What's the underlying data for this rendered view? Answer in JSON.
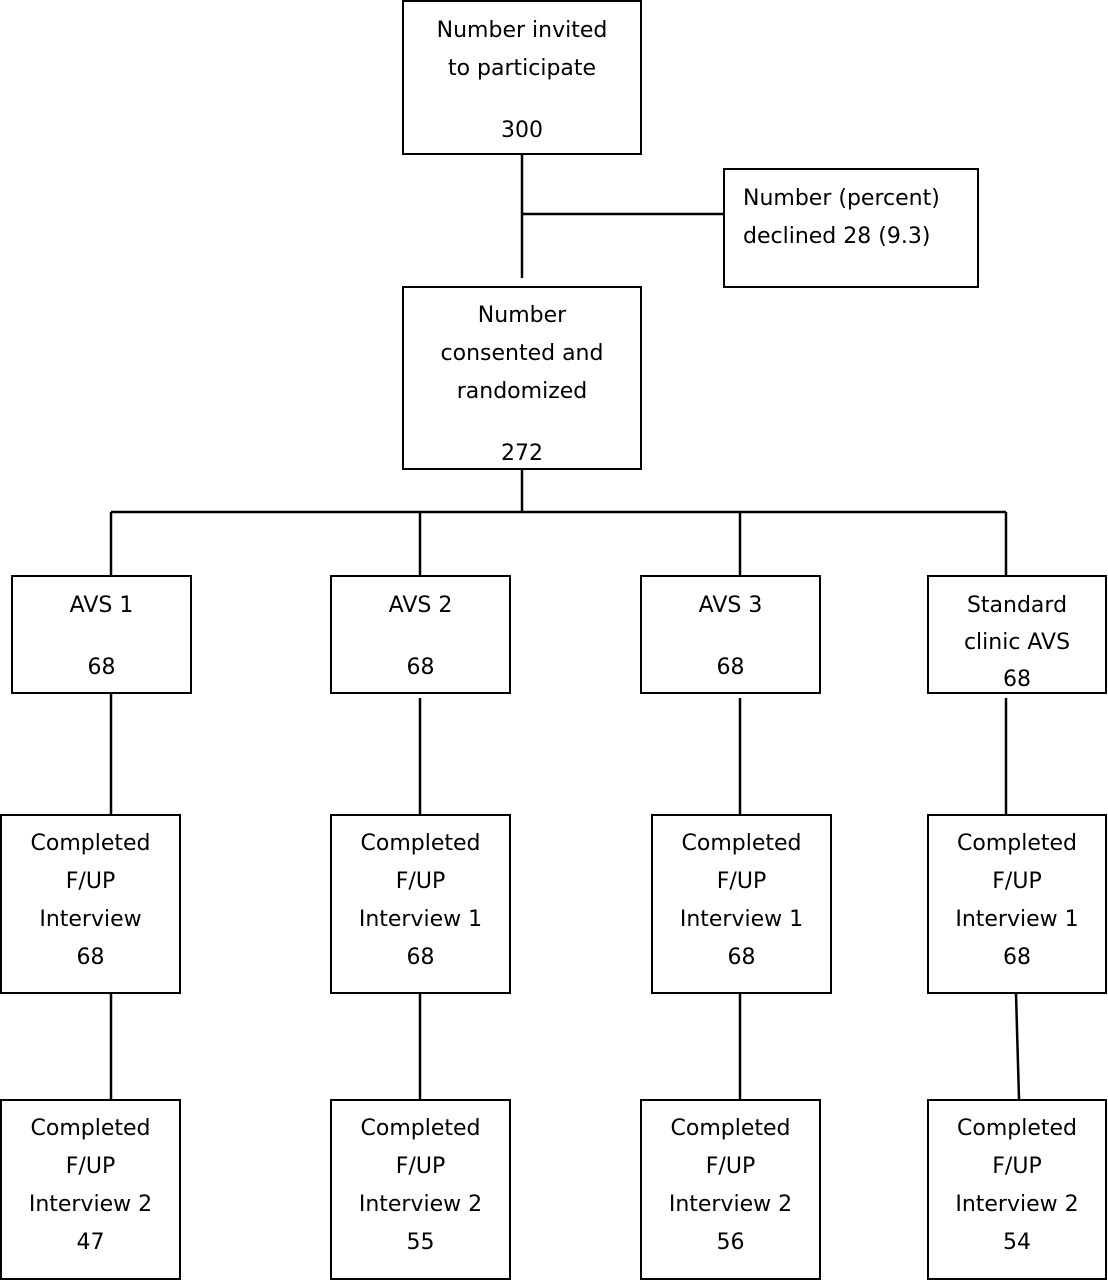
{
  "invited": {
    "line1": "Number invited",
    "line2": "to participate",
    "count": "300"
  },
  "declined": {
    "line1": "Number (percent)",
    "line2": "declined 28 (9.3)"
  },
  "consented": {
    "line1": "Number",
    "line2": "consented and",
    "line3": "randomized",
    "count": "272"
  },
  "arms": [
    {
      "line1": "AVS 1",
      "count": "68"
    },
    {
      "line1": "AVS 2",
      "count": "68"
    },
    {
      "line1": "AVS 3",
      "count": "68"
    },
    {
      "line1": "Standard",
      "line2": "clinic AVS",
      "count": "68"
    }
  ],
  "followup1": [
    {
      "line1": "Completed",
      "line2": "F/UP",
      "line3": "Interview",
      "count": "68"
    },
    {
      "line1": "Completed",
      "line2": "F/UP",
      "line3": "Interview 1",
      "count": "68"
    },
    {
      "line1": "Completed",
      "line2": "F/UP",
      "line3": "Interview 1",
      "count": "68"
    },
    {
      "line1": "Completed",
      "line2": "F/UP",
      "line3": "Interview 1",
      "count": "68"
    }
  ],
  "followup2": [
    {
      "line1": "Completed",
      "line2": "F/UP",
      "line3": "Interview 2",
      "count": "47"
    },
    {
      "line1": "Completed",
      "line2": "F/UP",
      "line3": "Interview 2",
      "count": "55"
    },
    {
      "line1": "Completed",
      "line2": "F/UP",
      "line3": "Interview 2",
      "count": "56"
    },
    {
      "line1": "Completed",
      "line2": "F/UP",
      "line3": "Interview 2",
      "count": "54"
    }
  ]
}
